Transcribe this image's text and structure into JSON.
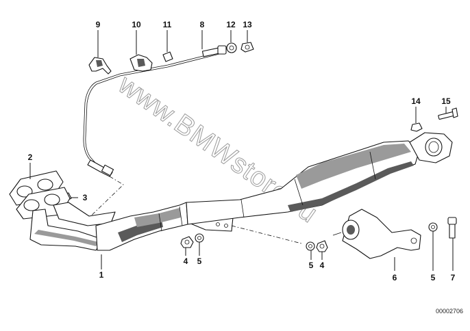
{
  "diagram": {
    "callouts": [
      "9",
      "10",
      "11",
      "8",
      "12",
      "13",
      "14",
      "15",
      "2",
      "3",
      "1",
      "4",
      "5",
      "5",
      "4",
      "6",
      "5",
      "7"
    ],
    "watermark": "www.BMWstore.ru",
    "drawing_code": "00002706"
  }
}
